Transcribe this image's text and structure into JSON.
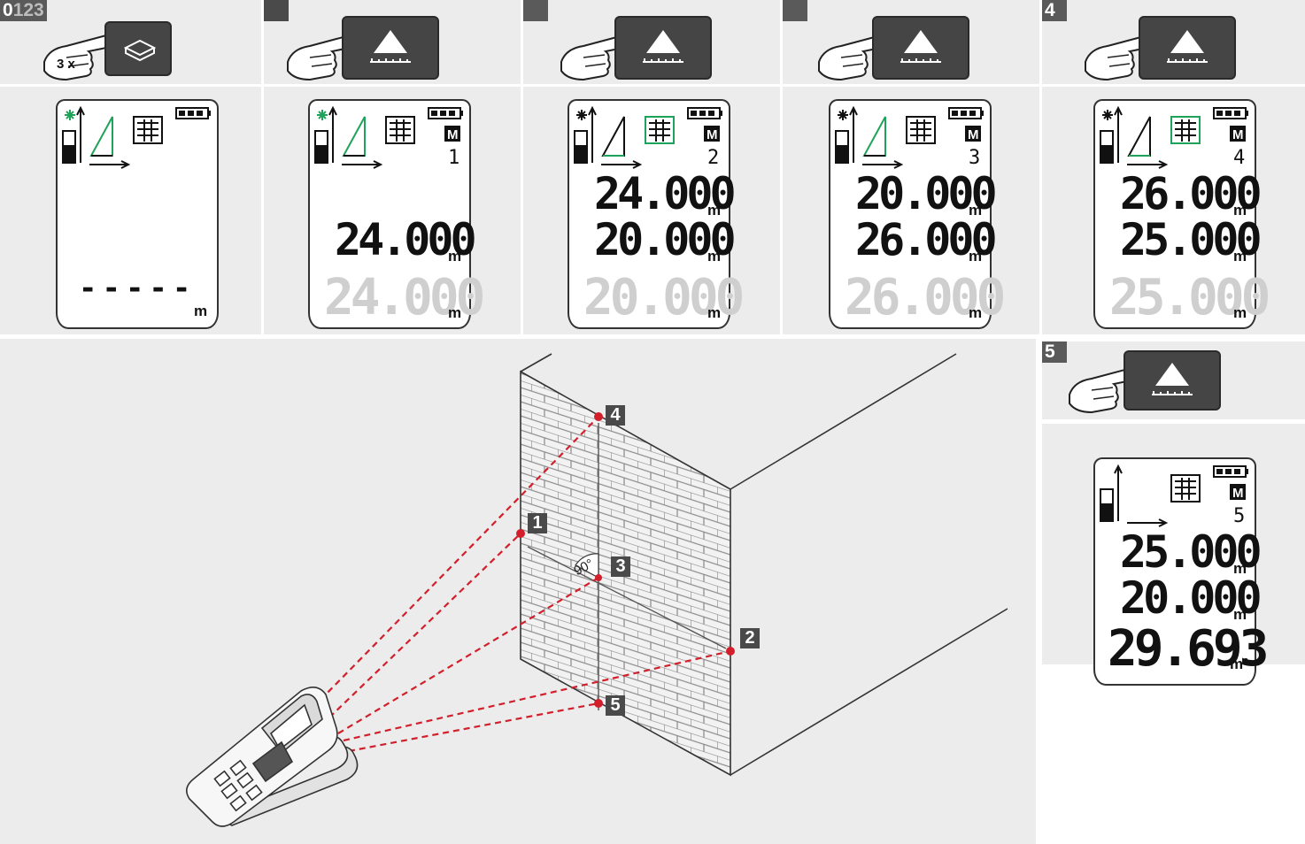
{
  "steps": [
    {
      "badge": "0",
      "badge_faded": "123",
      "press_count": "3 x",
      "button": "area-button",
      "counter": "",
      "lines": [],
      "idle_dashes": "-----",
      "unit_main": "m"
    },
    {
      "badge": "",
      "badge_faded": "",
      "button": "measure-button",
      "counter": "1",
      "lines": [
        {
          "value": "24.000",
          "unit": "m",
          "faded": false
        },
        {
          "value": "24.000",
          "unit": "m",
          "faded": true
        }
      ]
    },
    {
      "badge": "",
      "badge_faded": "",
      "button": "measure-button",
      "counter": "2",
      "lines": [
        {
          "value": "24.000",
          "unit": "m",
          "faded": false
        },
        {
          "value": "20.000",
          "unit": "m",
          "faded": false
        },
        {
          "value": "20.000",
          "unit": "m",
          "faded": true
        }
      ]
    },
    {
      "badge": "",
      "badge_faded": "",
      "button": "measure-button",
      "counter": "3",
      "lines": [
        {
          "value": "20.000",
          "unit": "m",
          "faded": false
        },
        {
          "value": "26.000",
          "unit": "m",
          "faded": false
        },
        {
          "value": "26.000",
          "unit": "m",
          "faded": true
        }
      ]
    },
    {
      "badge": "4",
      "badge_faded": "",
      "button": "measure-button",
      "counter": "4",
      "lines": [
        {
          "value": "26.000",
          "unit": "m",
          "faded": false
        },
        {
          "value": "25.000",
          "unit": "m",
          "faded": false
        },
        {
          "value": "25.000",
          "unit": "m",
          "faded": true
        }
      ]
    },
    {
      "badge": "5",
      "badge_faded": "",
      "button": "measure-button",
      "counter": "5",
      "lines": [
        {
          "value": "25.000",
          "unit": "m",
          "faded": false
        },
        {
          "value": "20.000",
          "unit": "m",
          "faded": false
        },
        {
          "value": "29.693",
          "unit": "m²",
          "faded": false
        }
      ]
    }
  ],
  "scene": {
    "points": [
      "1",
      "2",
      "3",
      "4",
      "5"
    ],
    "angle": "90°"
  },
  "colors": {
    "panel": "#ececec",
    "laser": "#d21f2b",
    "accent_green": "#1fa35a",
    "badge": "#4a4a4a"
  },
  "icons": [
    "hand-press-icon",
    "area-button-icon",
    "measure-button-icon",
    "battery-icon",
    "memory-m-icon",
    "wall-grid-icon",
    "angle-tilt-icon"
  ]
}
